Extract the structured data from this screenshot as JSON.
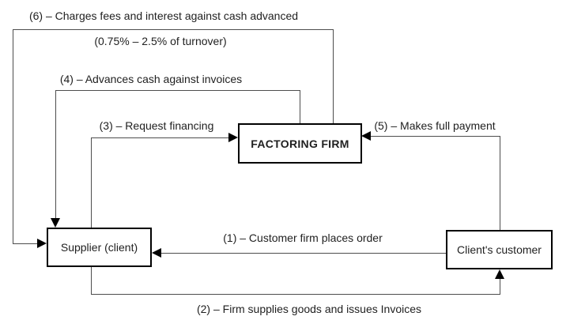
{
  "diagram": {
    "nodes": [
      {
        "id": "factoring_firm",
        "label": "FACTORING FIRM"
      },
      {
        "id": "supplier",
        "label": "Supplier (client)"
      },
      {
        "id": "customer",
        "label": "Client's customer"
      }
    ],
    "edges": [
      {
        "id": "1",
        "from": "customer",
        "to": "supplier",
        "label": "(1) – Customer firm places order"
      },
      {
        "id": "2",
        "from": "supplier",
        "to": "customer",
        "label": "(2) – Firm supplies goods and issues Invoices"
      },
      {
        "id": "3",
        "from": "supplier",
        "to": "factoring_firm",
        "label": "(3) – Request financing"
      },
      {
        "id": "4",
        "from": "factoring_firm",
        "to": "supplier",
        "label": "(4) – Advances cash against invoices"
      },
      {
        "id": "5",
        "from": "customer",
        "to": "factoring_firm",
        "label": "(5) – Makes full payment"
      },
      {
        "id": "6",
        "from": "factoring_firm",
        "to": "supplier",
        "label": "(6) – Charges fees and interest against cash advanced",
        "sublabel": "(0.75% – 2.5% of turnover)"
      }
    ],
    "colors": {
      "background": "#ffffff",
      "line": "#4d4d4d",
      "node_border": "#000000",
      "arrowhead": "#000000",
      "text": "#1f1f1f"
    }
  }
}
